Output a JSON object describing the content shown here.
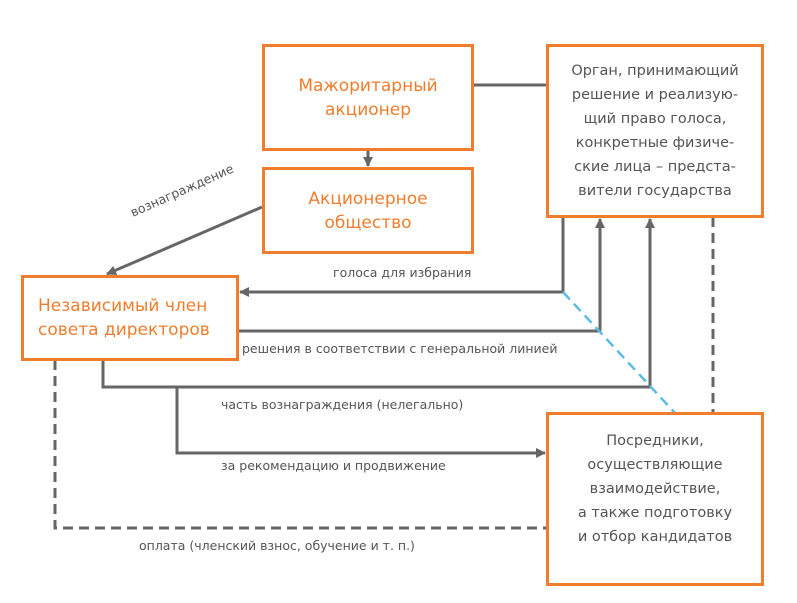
{
  "nodes": {
    "majority_shareholder": "Мажоритарный\nакционер",
    "joint_stock_company": "Акционерное\nобщество",
    "independent_director": "Независимый член\nсовета директоров",
    "state_body": "Орган, принимающий\nрешение и реализую-\nщий право голоса,\nконкретные физиче-\nские лица – предста-\nвители государства",
    "intermediaries": "Посредники,\nосуществляющие\nвзаимодействие,\nа также подготовку\nи отбор кандидатов"
  },
  "edges": {
    "reward": "вознаграждение",
    "votes": "голоса для избрания",
    "decisions": "решения в соответствии с генеральной линией",
    "kickback": "часть вознаграждения (нелегально)",
    "recommendation": "за рекомендацию и продвижение",
    "payment": "оплата (членский взнос, обучение и т. п.)"
  },
  "colors": {
    "box_border": "#ef7d2d",
    "line": "#666666",
    "highlight": "#5bbbe6"
  }
}
